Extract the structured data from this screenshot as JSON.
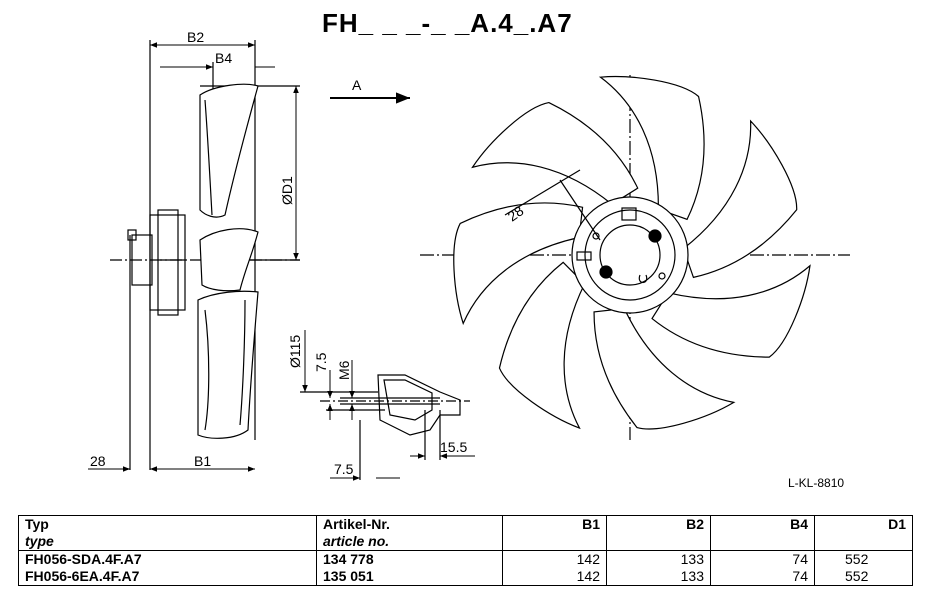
{
  "title": "FH_ _ _-_ _A.4_.A7",
  "direction_label": "A",
  "drawing_code": "L-KL-8810",
  "dimensions": {
    "b2": "B2",
    "b4": "B4",
    "d1": "ØD1",
    "b1": "B1",
    "hub_offset": "28",
    "blade_angle": "28",
    "bolt_circle": "Ø115",
    "depth_a": "7.5",
    "thread": "M6",
    "depth_b": "15.5",
    "depth_c": "7.5"
  },
  "table": {
    "headers": {
      "type": "Typ",
      "type_en": "type",
      "article": "Artikel-Nr.",
      "article_en": "article no.",
      "b1": "B1",
      "b2": "B2",
      "b4": "B4",
      "d1": "D1"
    },
    "rows": [
      {
        "type": "FH056-SDA.4F.A7",
        "article": "134 778",
        "b1": "142",
        "b2": "133",
        "b4": "74",
        "d1": "552"
      },
      {
        "type": "FH056-6EA.4F.A7",
        "article": "135 051",
        "b1": "142",
        "b2": "133",
        "b4": "74",
        "d1": "552"
      }
    ]
  }
}
